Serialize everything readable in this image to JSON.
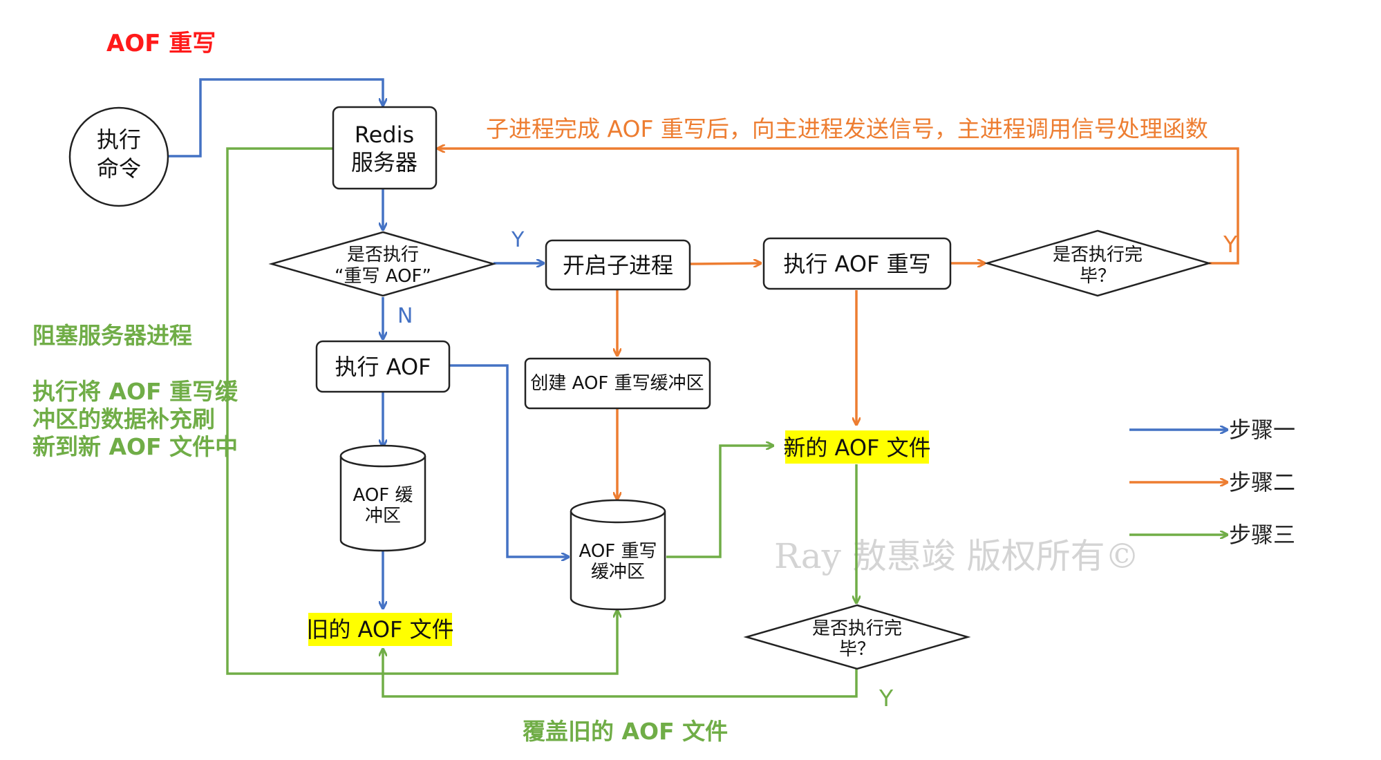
{
  "title": "AOF 重写",
  "nodes": {
    "exec_cmd": [
      "执行",
      "命令"
    ],
    "redis_server": [
      "Redis",
      "服务器"
    ],
    "decision_rewrite": [
      "是否执行",
      "“重写 AOF”"
    ],
    "fork_child": "开启子进程",
    "exec_rewrite": "执行 AOF 重写",
    "decision_done_top": [
      "是否执行完",
      "毕？"
    ],
    "exec_aof": "执行 AOF",
    "create_buffer": "创建 AOF 重写缓冲区",
    "aof_buffer": [
      "AOF 缓",
      "冲区"
    ],
    "rewrite_buffer": [
      "AOF 重写",
      "缓冲区"
    ],
    "new_aof_file": "新的 AOF 文件",
    "old_aof_file": "旧的 AOF 文件",
    "decision_done_bottom": [
      "是否执行完",
      "毕？"
    ]
  },
  "labels": {
    "signal": "子进程完成 AOF 重写后，向主进程发送信号，主进程调用信号处理函数",
    "block": "阻塞服务器进程",
    "flush": [
      "执行将 AOF 重写缓",
      "冲区的数据补充刷",
      "新到新 AOF 文件中"
    ],
    "overwrite": "覆盖旧的 AOF 文件",
    "y1": "Y",
    "n1": "N",
    "y2": "Y",
    "y3": "Y"
  },
  "legend": [
    {
      "label": "步骤一",
      "color": "#4472c4"
    },
    {
      "label": "步骤二",
      "color": "#ed7d31"
    },
    {
      "label": "步骤三",
      "color": "#70ad47"
    }
  ],
  "watermark": "Ray 敖惠竣 版权所有©",
  "colors": {
    "blue": "#4472c4",
    "orange": "#ed7d31",
    "green": "#70ad47",
    "highlight": "#ffff00",
    "title_red": "#ff1a1a"
  }
}
